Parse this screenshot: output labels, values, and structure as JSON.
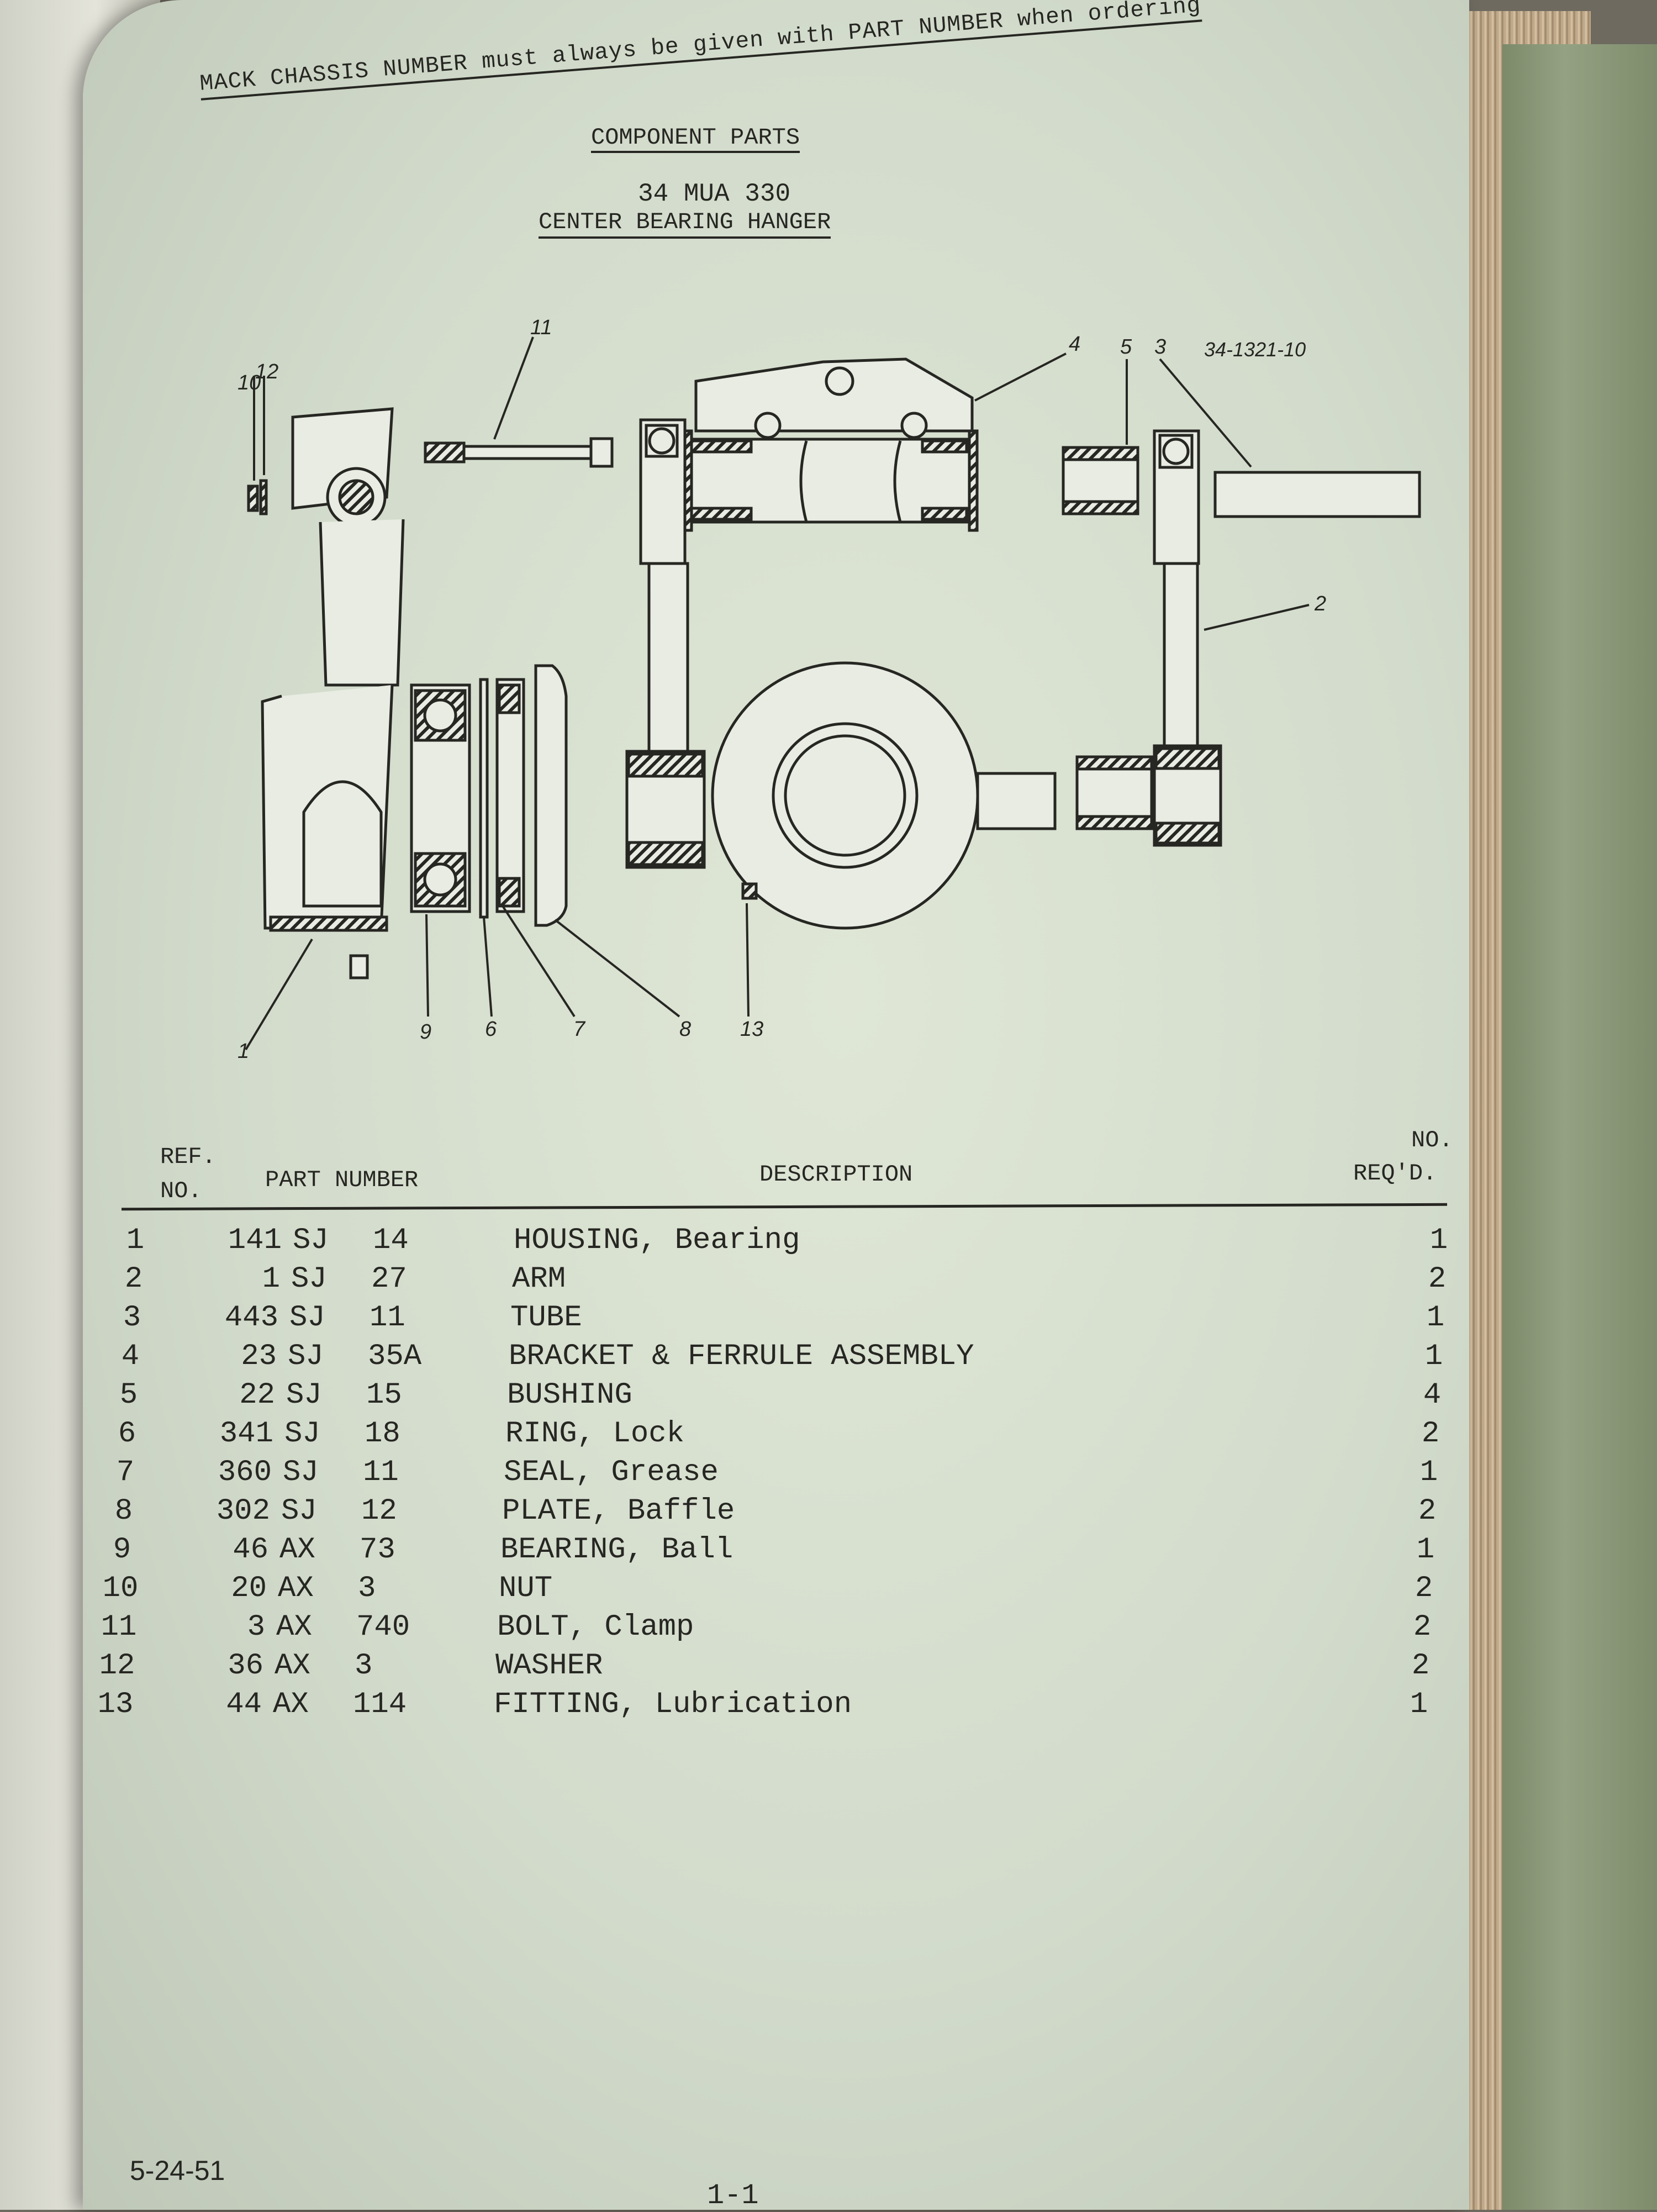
{
  "header": {
    "notice": "MACK CHASSIS NUMBER must always be given with PART NUMBER when ordering",
    "section": "COMPONENT PARTS",
    "model": "34 MUA 330",
    "assembly": "CENTER BEARING HANGER"
  },
  "diagram": {
    "drawing_number": "34-1321-10",
    "callouts": [
      "1",
      "2",
      "3",
      "4",
      "5",
      "6",
      "7",
      "8",
      "9",
      "10",
      "11",
      "12",
      "13"
    ]
  },
  "table": {
    "headers": {
      "ref_line1": "REF.",
      "ref_line2": "NO.",
      "part_number": "PART NUMBER",
      "description": "DESCRIPTION",
      "qty_line1": "NO.",
      "qty_line2": "REQ'D."
    },
    "rows": [
      {
        "ref": "1",
        "prefix": "141",
        "cls": "SJ",
        "num": "14",
        "desc": "HOUSING, Bearing",
        "qty": "1"
      },
      {
        "ref": "2",
        "prefix": "1",
        "cls": "SJ",
        "num": "27",
        "desc": "ARM",
        "qty": "2"
      },
      {
        "ref": "3",
        "prefix": "443",
        "cls": "SJ",
        "num": "11",
        "desc": "TUBE",
        "qty": "1"
      },
      {
        "ref": "4",
        "prefix": "23",
        "cls": "SJ",
        "num": "35A",
        "desc": "BRACKET & FERRULE ASSEMBLY",
        "qty": "1"
      },
      {
        "ref": "5",
        "prefix": "22",
        "cls": "SJ",
        "num": "15",
        "desc": "BUSHING",
        "qty": "4"
      },
      {
        "ref": "6",
        "prefix": "341",
        "cls": "SJ",
        "num": "18",
        "desc": "RING, Lock",
        "qty": "2"
      },
      {
        "ref": "7",
        "prefix": "360",
        "cls": "SJ",
        "num": "11",
        "desc": "SEAL, Grease",
        "qty": "1"
      },
      {
        "ref": "8",
        "prefix": "302",
        "cls": "SJ",
        "num": "12",
        "desc": "PLATE, Baffle",
        "qty": "2"
      },
      {
        "ref": "9",
        "prefix": "46",
        "cls": "AX",
        "num": "73",
        "desc": "BEARING, Ball",
        "qty": "1"
      },
      {
        "ref": "10",
        "prefix": "20",
        "cls": "AX",
        "num": "3",
        "desc": "NUT",
        "qty": "2"
      },
      {
        "ref": "11",
        "prefix": "3",
        "cls": "AX",
        "num": "740",
        "desc": "BOLT, Clamp",
        "qty": "2"
      },
      {
        "ref": "12",
        "prefix": "36",
        "cls": "AX",
        "num": "3",
        "desc": "WASHER",
        "qty": "2"
      },
      {
        "ref": "13",
        "prefix": "44",
        "cls": "AX",
        "num": "114",
        "desc": "FITTING, Lubrication",
        "qty": "1"
      }
    ]
  },
  "footer": {
    "date": "5-24-51",
    "page": "1-1"
  }
}
